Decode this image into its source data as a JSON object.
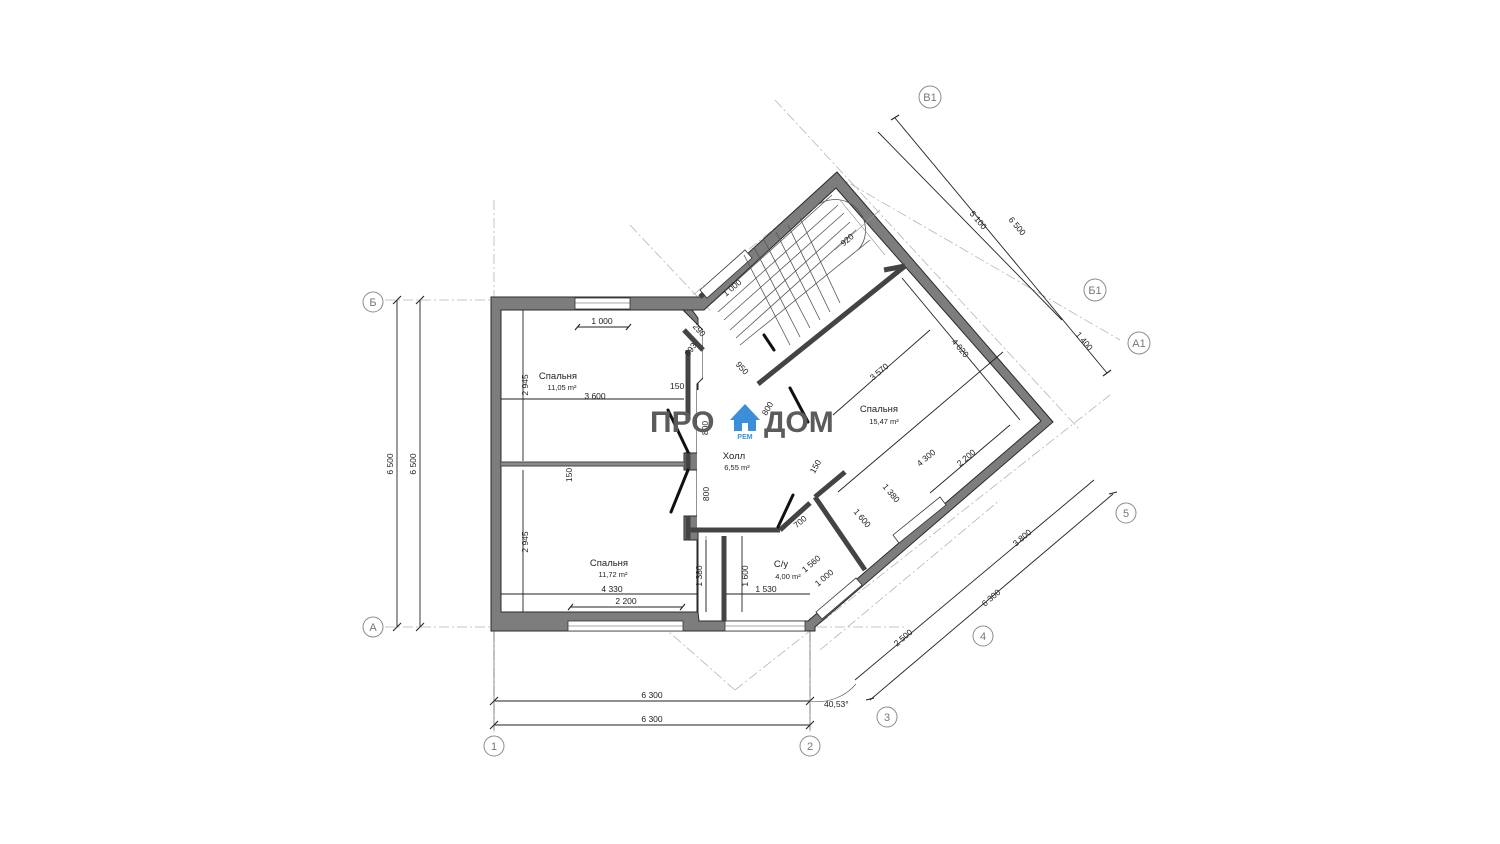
{
  "rooms": [
    {
      "id": "bedroom-1",
      "name": "Спальня",
      "area": "11,05 m²"
    },
    {
      "id": "bedroom-2",
      "name": "Спальня",
      "area": "11,72 m²"
    },
    {
      "id": "bedroom-3",
      "name": "Спальня",
      "area": "15,47 m²"
    },
    {
      "id": "hall",
      "name": "Холл",
      "area": "6,55 m²"
    },
    {
      "id": "wc",
      "name": "С/у",
      "area": "4,00 m²"
    }
  ],
  "axes": {
    "rows": [
      "Б",
      "А"
    ],
    "rotated_rows": [
      "В1",
      "Б1",
      "А1"
    ],
    "columns": [
      "1",
      "2"
    ],
    "rotated_columns": [
      "3",
      "4",
      "5"
    ]
  },
  "dimensions": {
    "bottom_1": "6 300",
    "bottom_2": "6 300",
    "left_1": "6 500",
    "left_2": "6 500",
    "bed1_width_inner": "3 600",
    "bed1_window": "1 000",
    "bed1_height": "2 945",
    "bed1_partition": "150",
    "bed1_partition_b": "150",
    "bed2_height": "2 945",
    "bed2_width": "4 330",
    "bed2_window": "2 200",
    "bed2_door": "1 380",
    "hall_door_1": "800",
    "hall_door_2": "800",
    "hall_door_3": "800",
    "hall_wall_a": "290",
    "hall_wall_b": "893",
    "stair_width": "1 000",
    "stair_landing": "950",
    "stair_turn": "920",
    "bed3_length": "3 570",
    "bed3_depth": "4 020",
    "bed3_inner": "4 300",
    "bed3_window": "2 200",
    "bed3_small_a": "1 380",
    "bed3_small_b": "1 600",
    "bed3_partition": "150",
    "wc_door": "700",
    "wc_depth": "1 600",
    "wc_width": "1 530",
    "wc_side": "1 560",
    "wc_window": "1 000",
    "rot_top_1": "5 100",
    "rot_top_2": "6 500",
    "rot_top_3": "1 400",
    "rot_bottom_1": "3 800",
    "rot_bottom_2": "6 300",
    "rot_bottom_3": "2 500",
    "angle": "40,53°"
  },
  "logo": {
    "left": "ПРО",
    "right": "ДОМ",
    "sub": "РЕМ",
    "house_color": "#3a8fd8"
  }
}
